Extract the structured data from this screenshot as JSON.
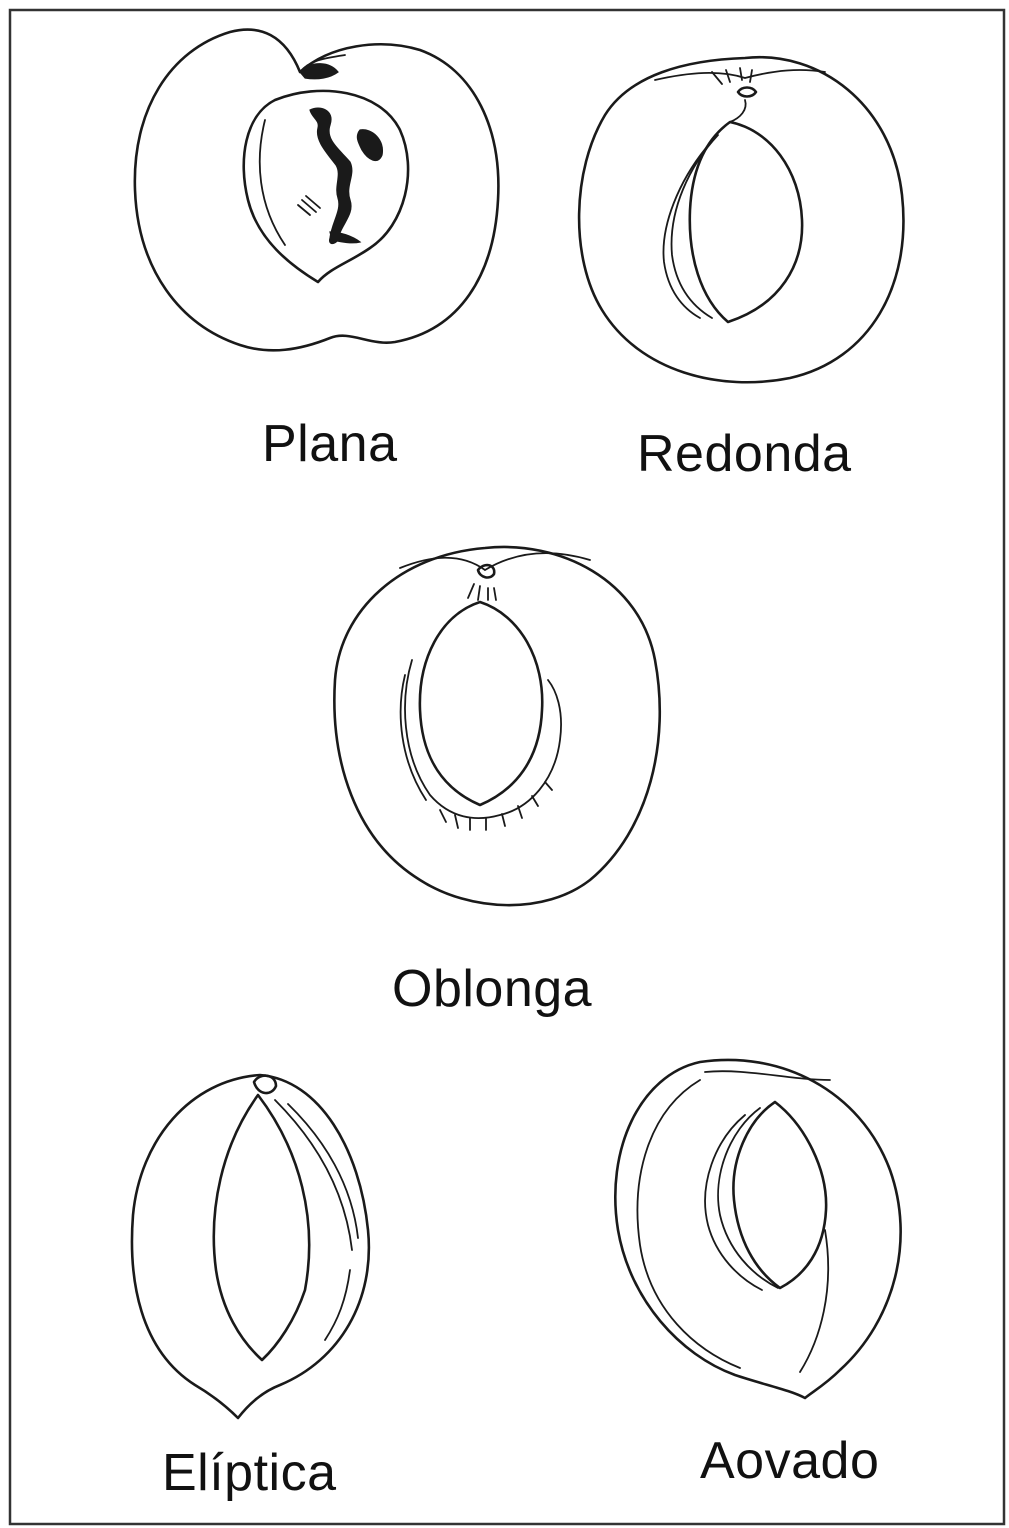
{
  "figure": {
    "labels": {
      "plana": "Plana",
      "redonda": "Redonda",
      "oblonga": "Oblonga",
      "eliptica": "Elíptica",
      "aovado": "Aovado"
    }
  },
  "colors": {
    "ink": "#1a1a1a",
    "background": "#ffffff"
  }
}
